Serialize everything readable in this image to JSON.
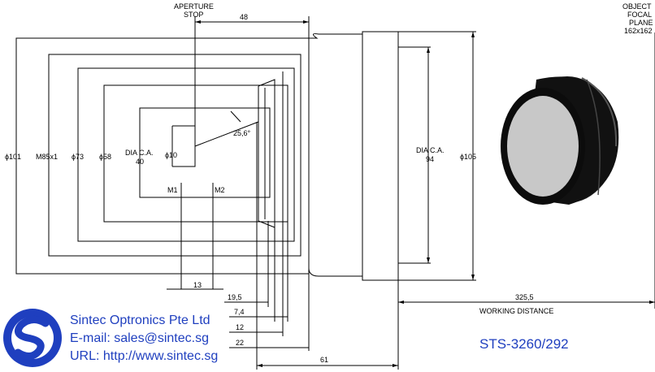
{
  "labels": {
    "aperture_stop_1": "APERTURE",
    "aperture_stop_2": "STOP",
    "object_focal_1": "OBJECT",
    "object_focal_2": "FOCAL",
    "object_focal_3": "PLANE",
    "object_focal_4": "162x162",
    "dim_48": "48",
    "dim_phi101": "ϕ101",
    "dim_m85": "M85x1",
    "dim_phi73": "ϕ73",
    "dim_phi58": "ϕ58",
    "dia_ca_1": "DIA C.A.",
    "dia_ca_40": "40",
    "dim_phi10": "ϕ10",
    "dim_angle": "25,6°",
    "m1": "M1",
    "m2": "M2",
    "dia_ca_2": "DIA C.A.",
    "dia_ca_94": "94",
    "dim_phi105": "ϕ105",
    "dim_13": "13",
    "dim_19_5": "19,5",
    "dim_7_4": "7,4",
    "dim_12": "12",
    "dim_22": "22",
    "dim_61": "61",
    "dim_325_5": "325,5",
    "working_distance": "WORKING DISTANCE"
  },
  "company": {
    "name": "Sintec Optronics Pte Ltd",
    "email": "E-mail: sales@sintec.sg",
    "url": "URL: http://www.sintec.sg"
  },
  "part_number": "STS-3260/292",
  "colors": {
    "brand": "#1f3fbf",
    "line": "#000000"
  }
}
